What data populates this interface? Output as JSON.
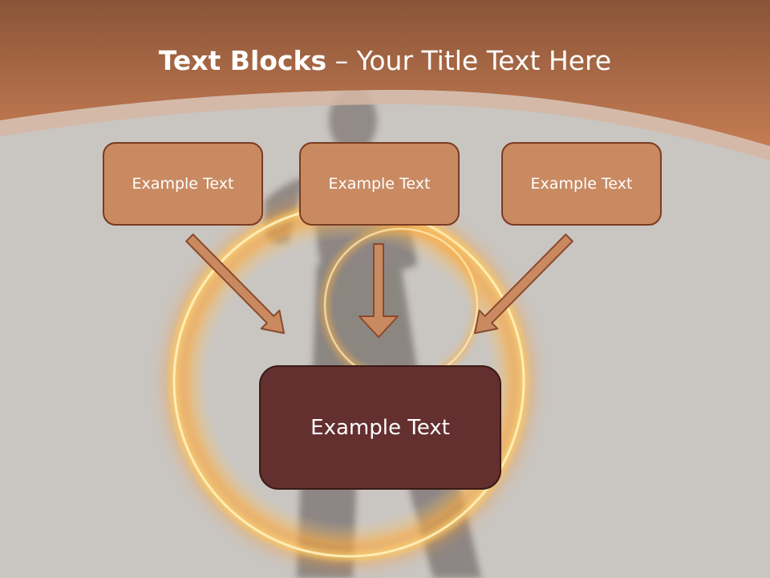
{
  "slide": {
    "title_bold": "Text Blocks",
    "title_dash": " – ",
    "title_rest": "Your Title Text Here"
  },
  "diagram": {
    "top_boxes": [
      {
        "label": "Example Text"
      },
      {
        "label": "Example Text"
      },
      {
        "label": "Example Text"
      }
    ],
    "center_box": {
      "label": "Example Text"
    }
  },
  "colors": {
    "header_band": "#b4694a",
    "background": "#c9c5c1",
    "small_box_fill": "#c98a62",
    "small_box_border": "#7a3b22",
    "arrow_fill": "#c98a62",
    "arrow_border": "#8a4a2c",
    "center_box_fill": "#642f2f",
    "fire_ring": "#f7a531"
  }
}
